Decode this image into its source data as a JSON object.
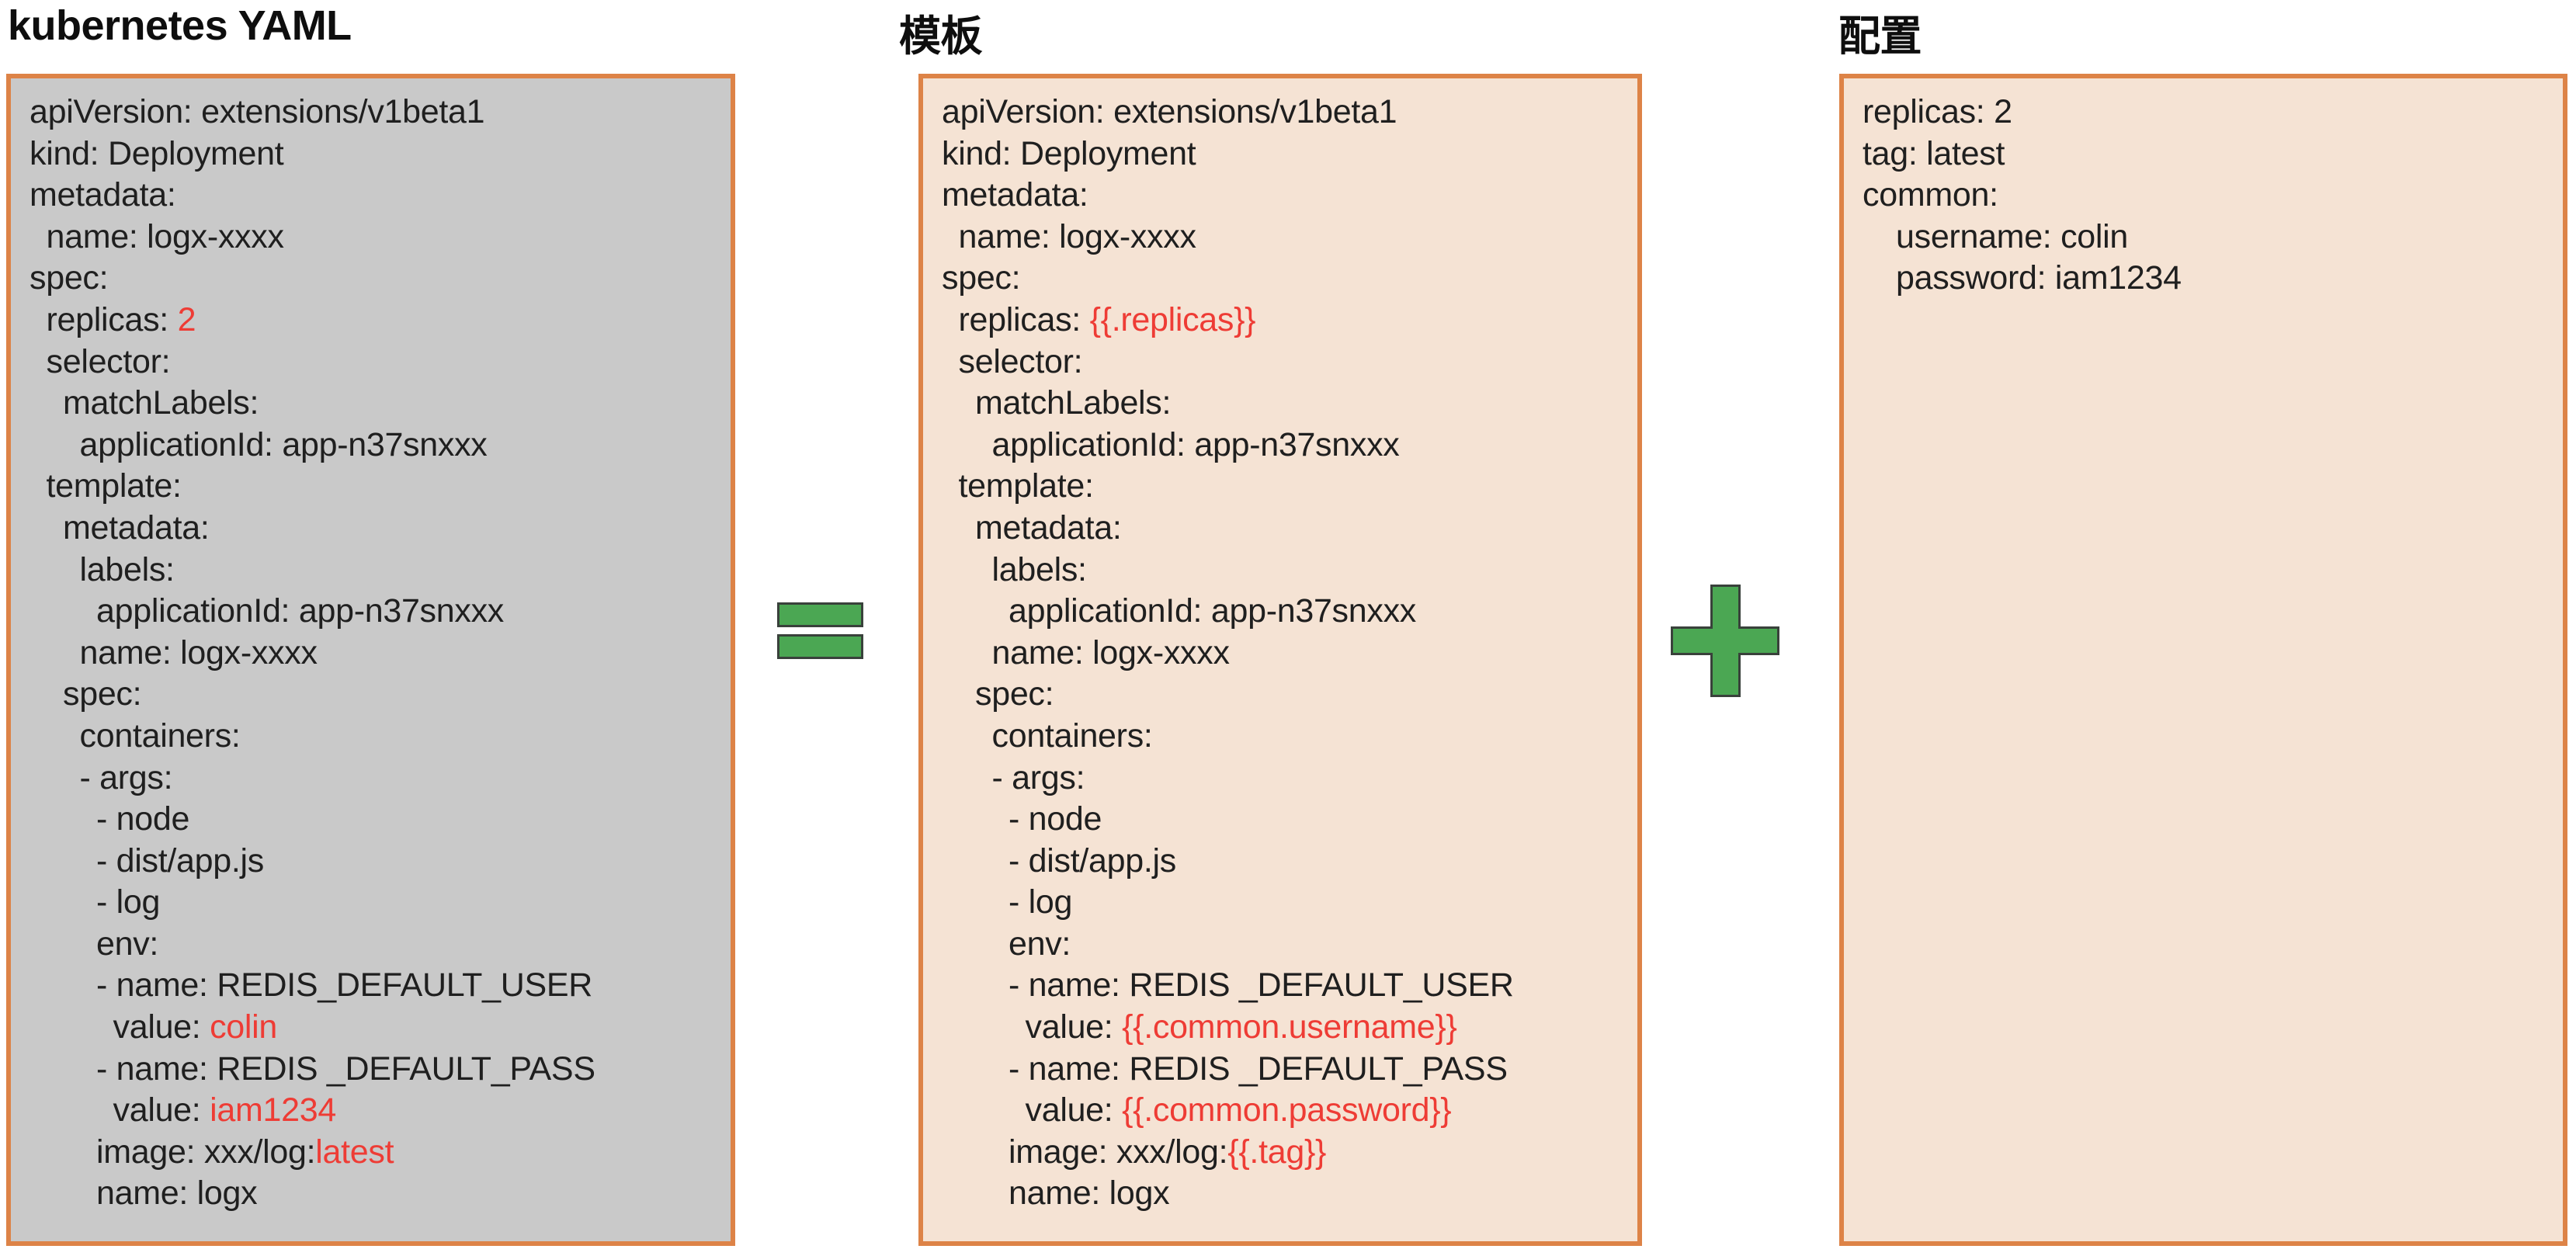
{
  "colors": {
    "border_orange": "#dd8347",
    "panel_gray": "#c9c9c9",
    "panel_peach": "#f5e3d4",
    "accent_green": "#4ba753",
    "green_outline": "#39413b",
    "highlight_red": "#ee3c35",
    "text_color": "#1f1f1f"
  },
  "operators": {
    "equals_icon": "=",
    "plus_icon": "+"
  },
  "panels": [
    {
      "id": "kubernetes-yaml",
      "title": "kubernetes YAML",
      "background": "gray",
      "lines": [
        {
          "indent": 0,
          "segments": [
            {
              "text": "apiVersion: extensions/v1beta1"
            }
          ]
        },
        {
          "indent": 0,
          "segments": [
            {
              "text": "kind: Deployment"
            }
          ]
        },
        {
          "indent": 0,
          "segments": [
            {
              "text": "metadata:"
            }
          ]
        },
        {
          "indent": 1,
          "segments": [
            {
              "text": "name: logx-xxxx"
            }
          ]
        },
        {
          "indent": 0,
          "segments": [
            {
              "text": "spec:"
            }
          ]
        },
        {
          "indent": 1,
          "segments": [
            {
              "text": "replicas: "
            },
            {
              "text": "2",
              "red": true
            }
          ]
        },
        {
          "indent": 1,
          "segments": [
            {
              "text": "selector:"
            }
          ]
        },
        {
          "indent": 2,
          "segments": [
            {
              "text": "matchLabels:"
            }
          ]
        },
        {
          "indent": 3,
          "segments": [
            {
              "text": "applicationId: app-n37snxxx"
            }
          ]
        },
        {
          "indent": 1,
          "segments": [
            {
              "text": "template:"
            }
          ]
        },
        {
          "indent": 2,
          "segments": [
            {
              "text": "metadata:"
            }
          ]
        },
        {
          "indent": 3,
          "segments": [
            {
              "text": "labels:"
            }
          ]
        },
        {
          "indent": 4,
          "segments": [
            {
              "text": "applicationId: app-n37snxxx"
            }
          ]
        },
        {
          "indent": 3,
          "segments": [
            {
              "text": "name: logx-xxxx"
            }
          ]
        },
        {
          "indent": 2,
          "segments": [
            {
              "text": "spec:"
            }
          ]
        },
        {
          "indent": 3,
          "segments": [
            {
              "text": "containers:"
            }
          ]
        },
        {
          "indent": 3,
          "segments": [
            {
              "text": "- args:"
            }
          ]
        },
        {
          "indent": 4,
          "segments": [
            {
              "text": "- node"
            }
          ]
        },
        {
          "indent": 4,
          "segments": [
            {
              "text": "- dist/app.js"
            }
          ]
        },
        {
          "indent": 4,
          "segments": [
            {
              "text": "- log"
            }
          ]
        },
        {
          "indent": 4,
          "segments": [
            {
              "text": "env:"
            }
          ]
        },
        {
          "indent": 4,
          "segments": [
            {
              "text": "- name: REDIS_DEFAULT_USER"
            }
          ]
        },
        {
          "indent": 5,
          "segments": [
            {
              "text": "value: "
            },
            {
              "text": "colin",
              "red": true
            }
          ]
        },
        {
          "indent": 4,
          "segments": [
            {
              "text": "- name: REDIS _DEFAULT_PASS"
            }
          ]
        },
        {
          "indent": 5,
          "segments": [
            {
              "text": "value: "
            },
            {
              "text": "iam1234",
              "red": true
            }
          ]
        },
        {
          "indent": 4,
          "segments": [
            {
              "text": "image: xxx/log:"
            },
            {
              "text": "latest",
              "red": true
            }
          ]
        },
        {
          "indent": 4,
          "segments": [
            {
              "text": "name: logx"
            }
          ]
        }
      ]
    },
    {
      "id": "template",
      "title": "模板",
      "background": "peach",
      "lines": [
        {
          "indent": 0,
          "segments": [
            {
              "text": "apiVersion: extensions/v1beta1"
            }
          ]
        },
        {
          "indent": 0,
          "segments": [
            {
              "text": "kind: Deployment"
            }
          ]
        },
        {
          "indent": 0,
          "segments": [
            {
              "text": "metadata:"
            }
          ]
        },
        {
          "indent": 1,
          "segments": [
            {
              "text": "name: logx-xxxx"
            }
          ]
        },
        {
          "indent": 0,
          "segments": [
            {
              "text": "spec:"
            }
          ]
        },
        {
          "indent": 1,
          "segments": [
            {
              "text": "replicas: "
            },
            {
              "text": "{{.replicas}}",
              "red": true
            }
          ]
        },
        {
          "indent": 1,
          "segments": [
            {
              "text": "selector:"
            }
          ]
        },
        {
          "indent": 2,
          "segments": [
            {
              "text": "matchLabels:"
            }
          ]
        },
        {
          "indent": 3,
          "segments": [
            {
              "text": "applicationId: app-n37snxxx"
            }
          ]
        },
        {
          "indent": 1,
          "segments": [
            {
              "text": "template:"
            }
          ]
        },
        {
          "indent": 2,
          "segments": [
            {
              "text": "metadata:"
            }
          ]
        },
        {
          "indent": 3,
          "segments": [
            {
              "text": "labels:"
            }
          ]
        },
        {
          "indent": 4,
          "segments": [
            {
              "text": "applicationId: app-n37snxxx"
            }
          ]
        },
        {
          "indent": 3,
          "segments": [
            {
              "text": "name: logx-xxxx"
            }
          ]
        },
        {
          "indent": 2,
          "segments": [
            {
              "text": "spec:"
            }
          ]
        },
        {
          "indent": 3,
          "segments": [
            {
              "text": "containers:"
            }
          ]
        },
        {
          "indent": 3,
          "segments": [
            {
              "text": "- args:"
            }
          ]
        },
        {
          "indent": 4,
          "segments": [
            {
              "text": "- node"
            }
          ]
        },
        {
          "indent": 4,
          "segments": [
            {
              "text": "- dist/app.js"
            }
          ]
        },
        {
          "indent": 4,
          "segments": [
            {
              "text": "- log"
            }
          ]
        },
        {
          "indent": 4,
          "segments": [
            {
              "text": "env:"
            }
          ]
        },
        {
          "indent": 4,
          "segments": [
            {
              "text": "- name: REDIS _DEFAULT_USER"
            }
          ]
        },
        {
          "indent": 5,
          "segments": [
            {
              "text": "value: "
            },
            {
              "text": "{{.common.username}}",
              "red": true
            }
          ]
        },
        {
          "indent": 4,
          "segments": [
            {
              "text": "- name: REDIS _DEFAULT_PASS"
            }
          ]
        },
        {
          "indent": 5,
          "segments": [
            {
              "text": "value: "
            },
            {
              "text": "{{.common.password}}",
              "red": true
            }
          ]
        },
        {
          "indent": 4,
          "segments": [
            {
              "text": "image: xxx/log:"
            },
            {
              "text": "{{.tag}}",
              "red": true
            }
          ]
        },
        {
          "indent": 4,
          "segments": [
            {
              "text": "name: logx"
            }
          ]
        }
      ]
    },
    {
      "id": "config",
      "title": "配置",
      "background": "peach",
      "lines": [
        {
          "indent": 0,
          "segments": [
            {
              "text": "replicas: 2"
            }
          ]
        },
        {
          "indent": 0,
          "segments": [
            {
              "text": "tag: latest"
            }
          ]
        },
        {
          "indent": 0,
          "segments": [
            {
              "text": "common:"
            }
          ]
        },
        {
          "indent": 2,
          "segments": [
            {
              "text": "username: colin"
            }
          ]
        },
        {
          "indent": 2,
          "segments": [
            {
              "text": "password: iam1234"
            }
          ]
        }
      ]
    }
  ]
}
